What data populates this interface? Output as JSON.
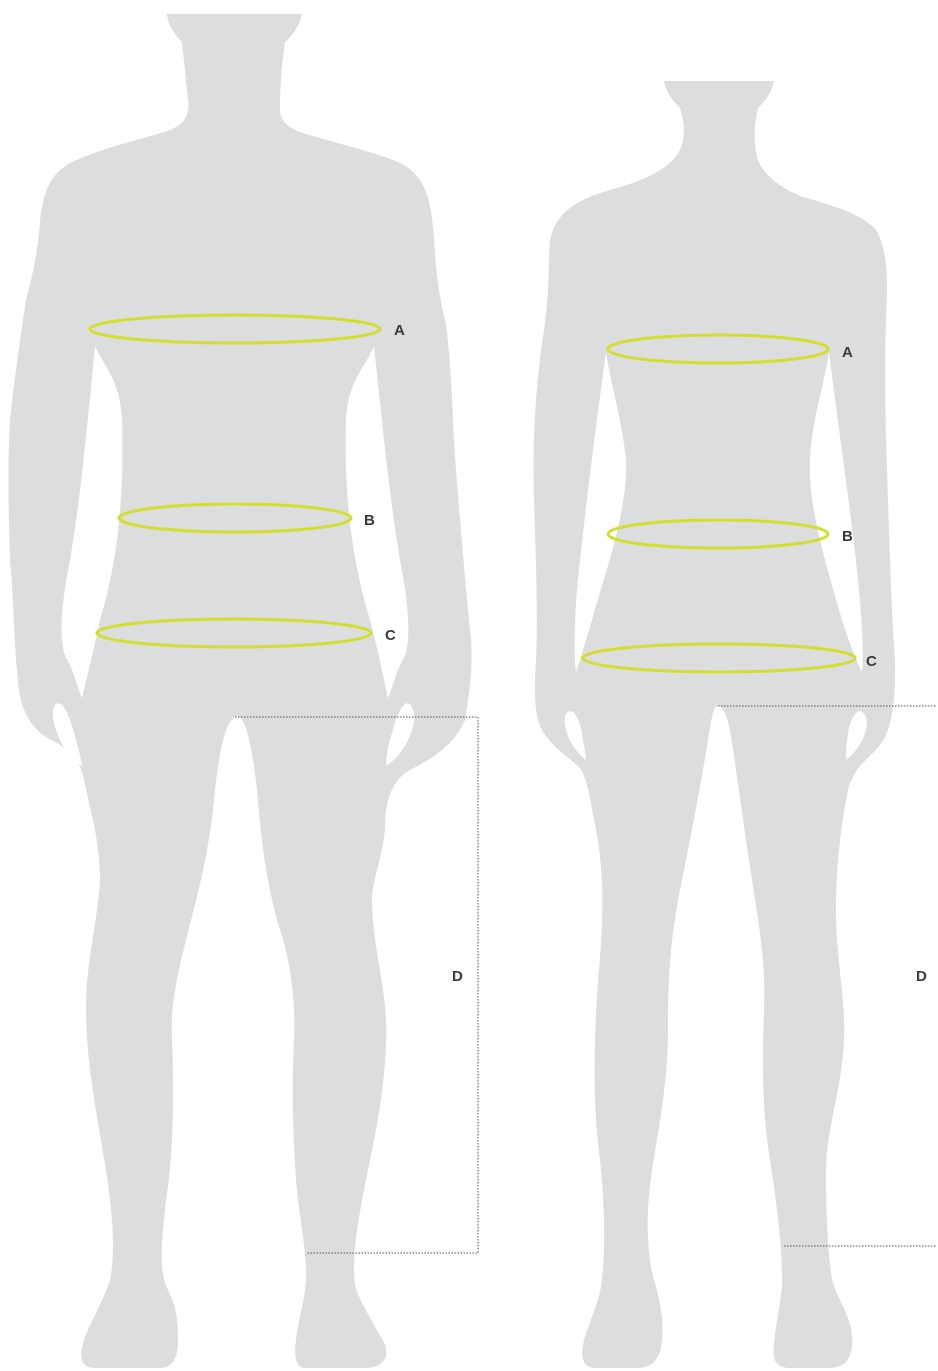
{
  "colors": {
    "silhouette": "#dcddde",
    "ring": "#d4dd2e",
    "guide": "#555555",
    "label": "#3a3a3a"
  },
  "figures": [
    {
      "id": "male",
      "labels": {
        "a": "A",
        "b": "B",
        "c": "C",
        "d": "D"
      }
    },
    {
      "id": "female",
      "labels": {
        "a": "A",
        "b": "B",
        "c": "C",
        "d": "D"
      }
    }
  ]
}
